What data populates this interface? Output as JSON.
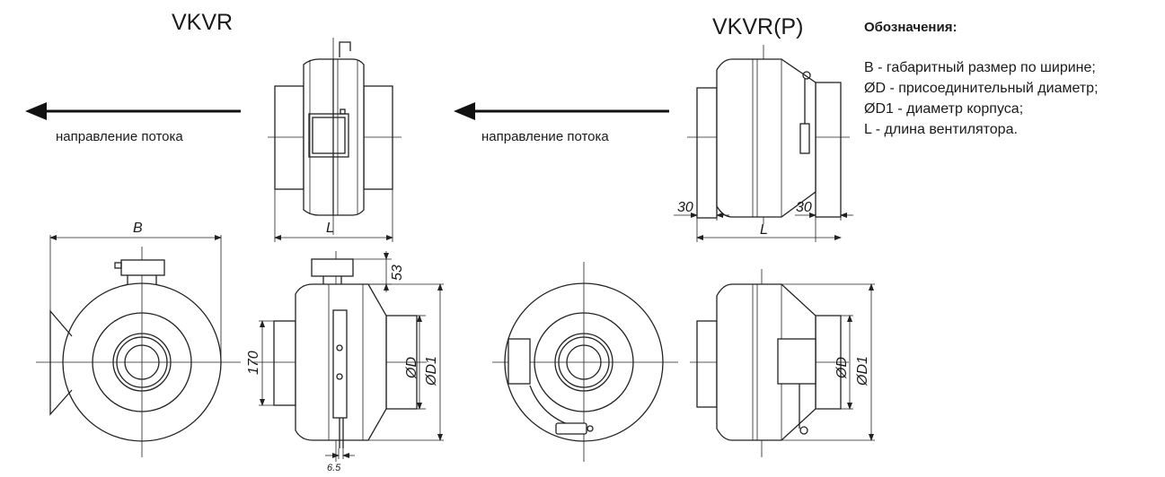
{
  "titles": {
    "left": "VKVR",
    "right": "VKVR(P)"
  },
  "flow_label": "направление потока",
  "legend": {
    "heading": "Обозначения:",
    "items": [
      "В - габаритный размер по ширине;",
      "ØD - присоединительный диаметр;",
      "ØD1 - диаметр корпуса;",
      "L - длина вентилятора."
    ]
  },
  "dimensions": {
    "B": "B",
    "L": "L",
    "D": "ØD",
    "D1": "ØD1",
    "d170": "170",
    "d53": "53",
    "d6_5": "6.5",
    "d30": "30"
  }
}
